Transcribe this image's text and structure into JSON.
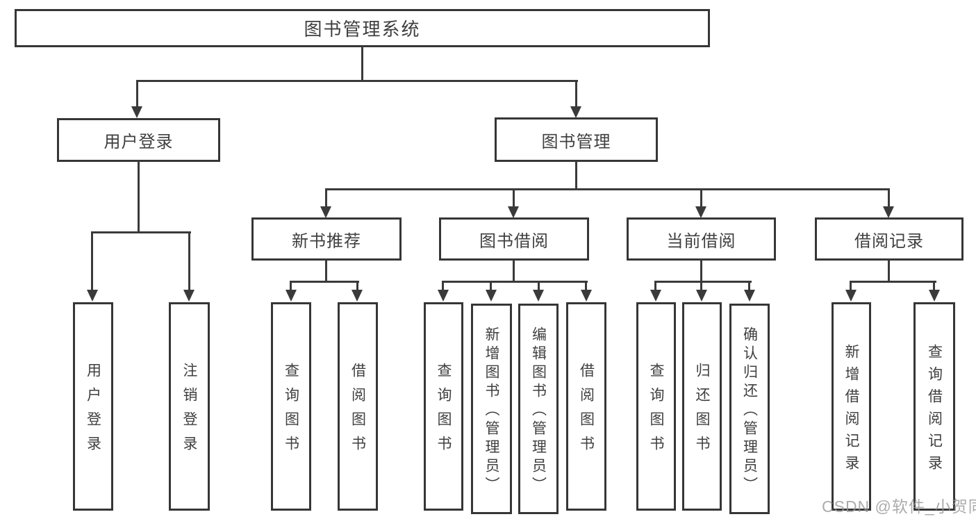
{
  "diagram": {
    "root": {
      "label": "图书管理系统"
    },
    "level2": [
      {
        "label": "用户登录"
      },
      {
        "label": "图书管理"
      }
    ],
    "level3": [
      {
        "label": "新书推荐"
      },
      {
        "label": "图书借阅"
      },
      {
        "label": "当前借阅"
      },
      {
        "label": "借阅记录"
      }
    ],
    "leaves": [
      {
        "label": "用户登录"
      },
      {
        "label": "注销登录"
      },
      {
        "label": "查询图书"
      },
      {
        "label": "借阅图书"
      },
      {
        "label": "查询图书"
      },
      {
        "label": "新增图书（管理员）"
      },
      {
        "label": "编辑图书（管理员）"
      },
      {
        "label": "借阅图书"
      },
      {
        "label": "查询图书"
      },
      {
        "label": "归还图书"
      },
      {
        "label": "确认归还（管理员）"
      },
      {
        "label": "新增借阅记录"
      },
      {
        "label": "查询借阅记录"
      }
    ]
  },
  "watermark": {
    "text": "CSDN @软件_小贺同学"
  },
  "colors": {
    "line": "#3a3a3a",
    "box_border": "#363636",
    "text": "#3f3f3f",
    "watermark": "#969696",
    "background": "#ffffff"
  }
}
